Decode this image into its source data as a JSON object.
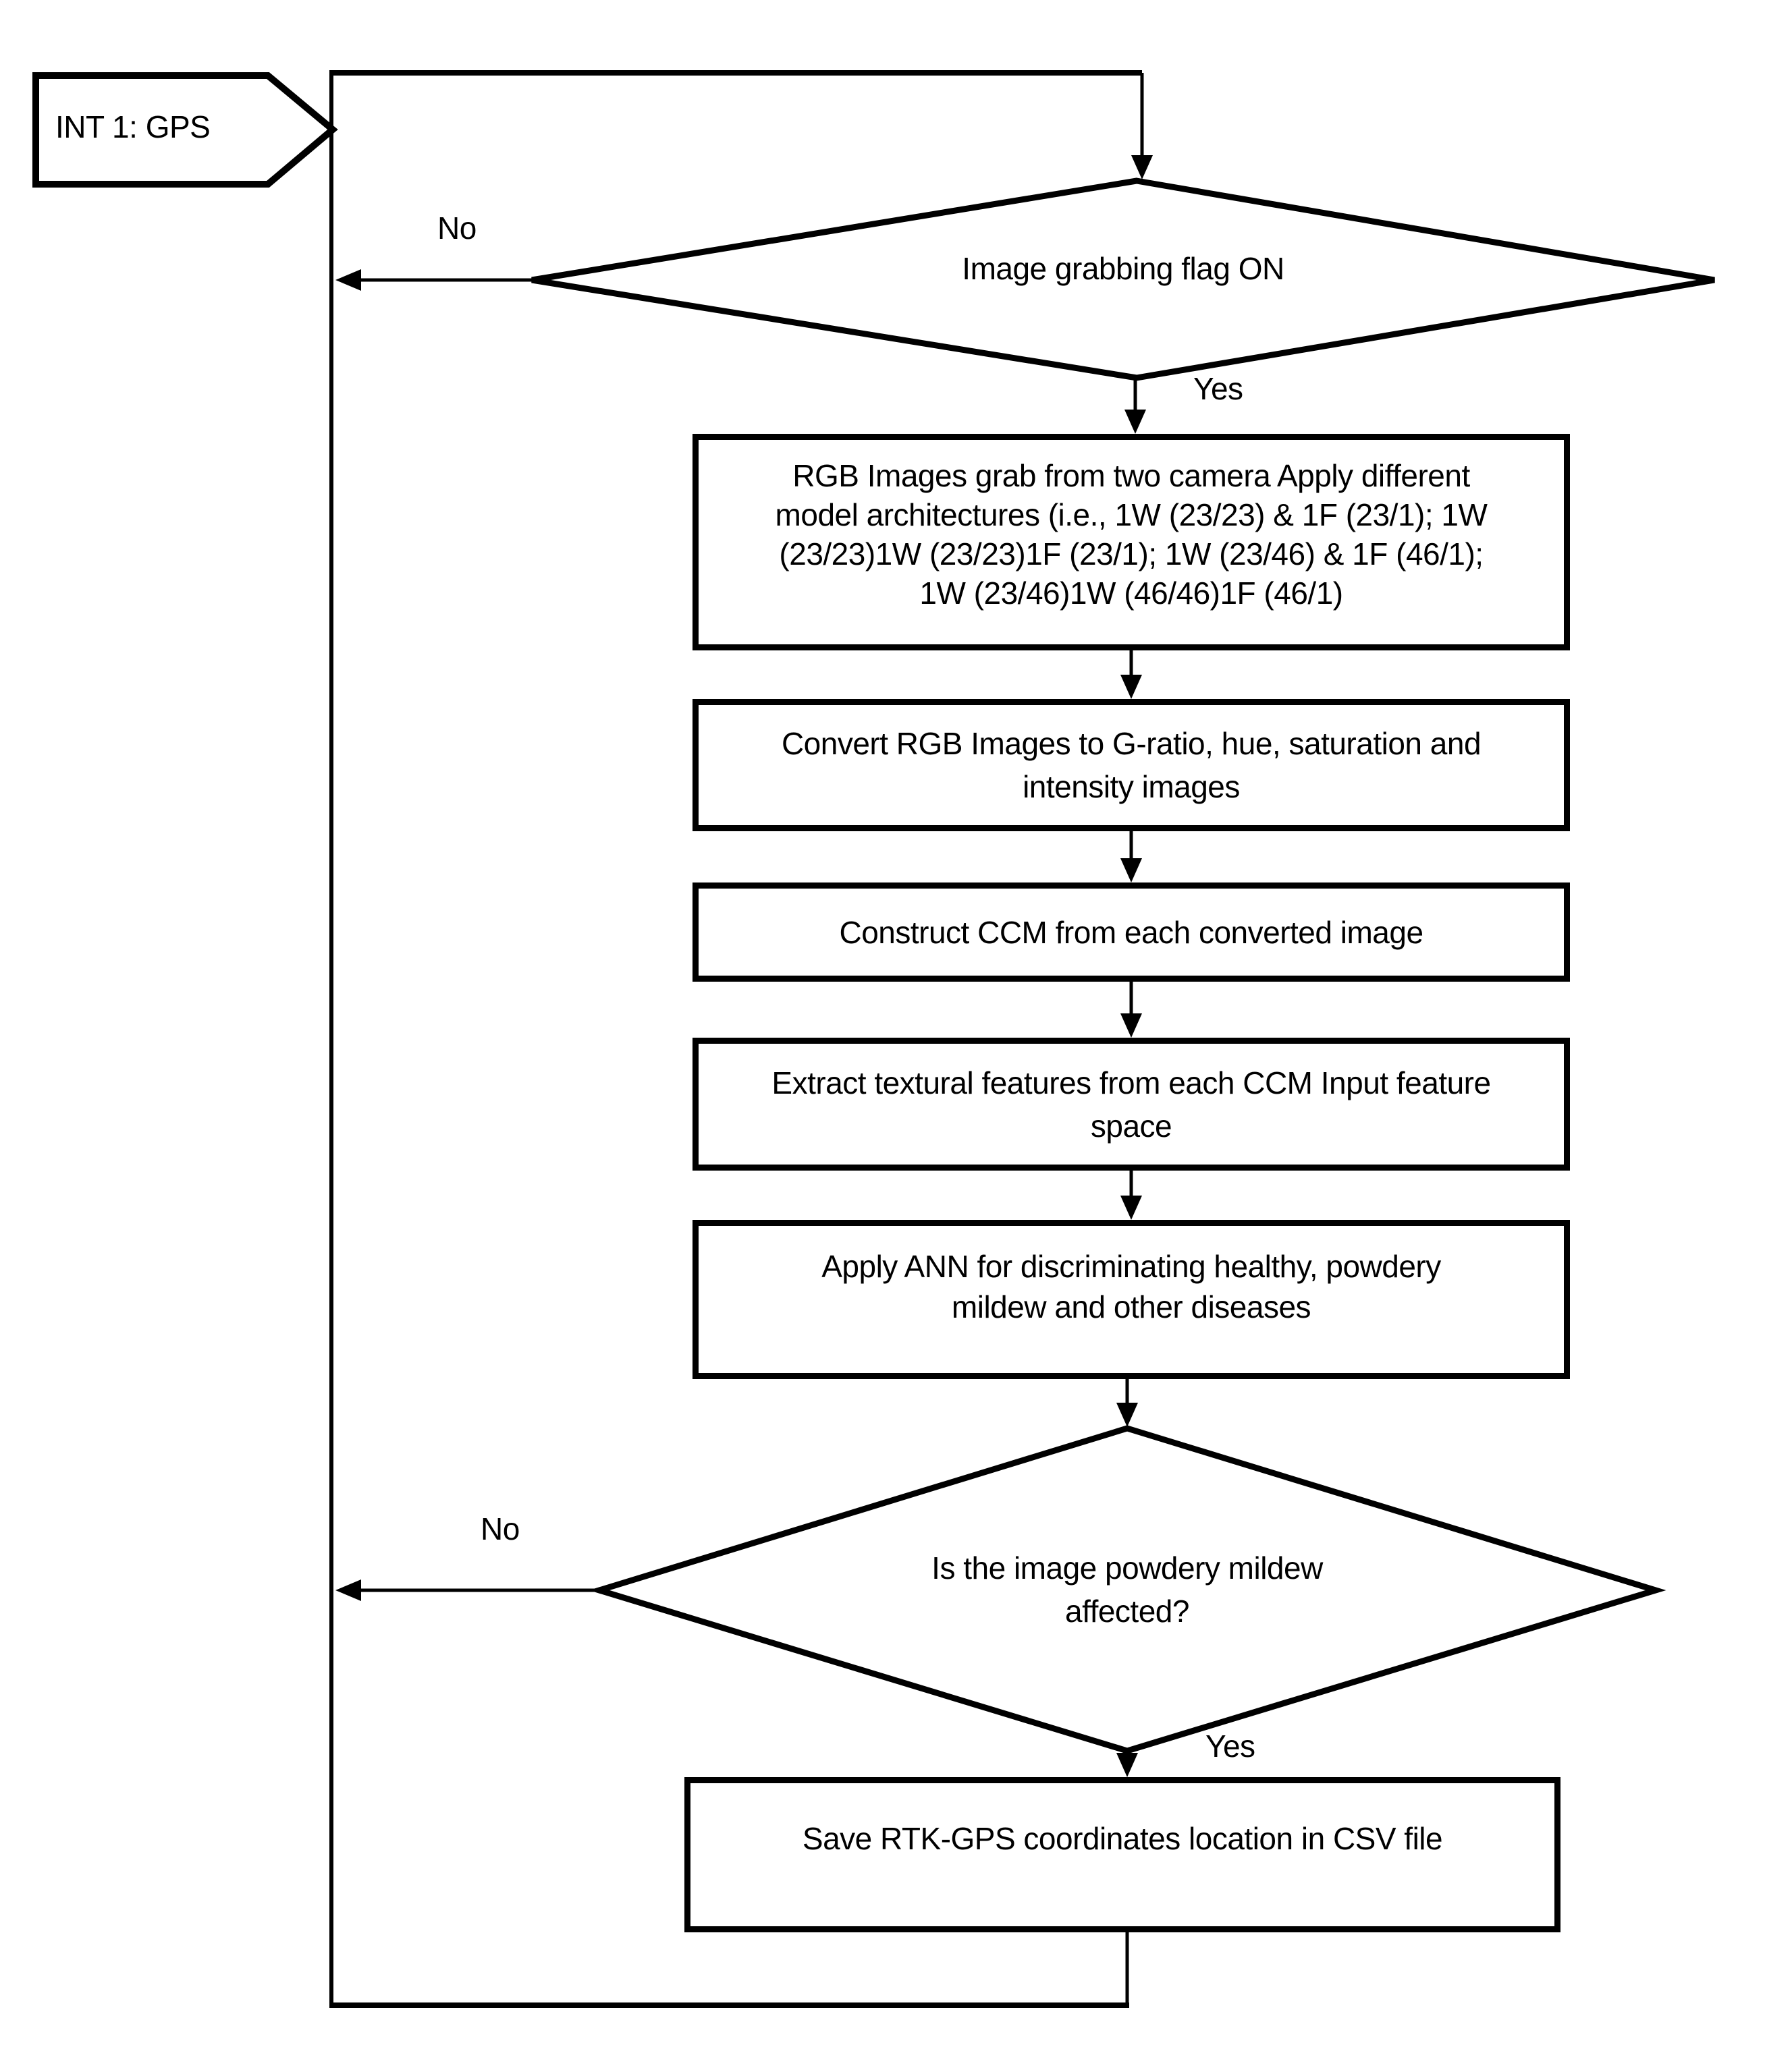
{
  "colors": {
    "stroke": "#000000",
    "background": "#ffffff"
  },
  "start": {
    "label": "INT 1: GPS"
  },
  "decision1": {
    "text": "Image grabbing flag ON",
    "no_label": "No",
    "yes_label": "Yes"
  },
  "boxes": [
    {
      "lines": [
        "RGB Images grab from two camera Apply different",
        "model architectures (i.e., 1W (23/23) & 1F (23/1); 1W",
        "(23/23)1W (23/23)1F (23/1); 1W (23/46) & 1F (46/1);",
        "1W (23/46)1W (46/46)1F (46/1)"
      ]
    },
    {
      "lines": [
        "Convert RGB Images to G-ratio, hue, saturation and",
        "intensity images"
      ]
    },
    {
      "lines": [
        "Construct CCM from each converted image"
      ]
    },
    {
      "lines": [
        "Extract textural features from each CCM Input feature",
        "space"
      ]
    },
    {
      "lines": [
        "Apply ANN for discriminating healthy, powdery",
        "mildew and other diseases"
      ]
    },
    {
      "lines": [
        "Save RTK-GPS coordinates location in CSV file"
      ]
    }
  ],
  "decision2": {
    "line1": "Is the image powdery mildew",
    "line2": "affected?",
    "no_label": "No",
    "yes_label": "Yes"
  }
}
